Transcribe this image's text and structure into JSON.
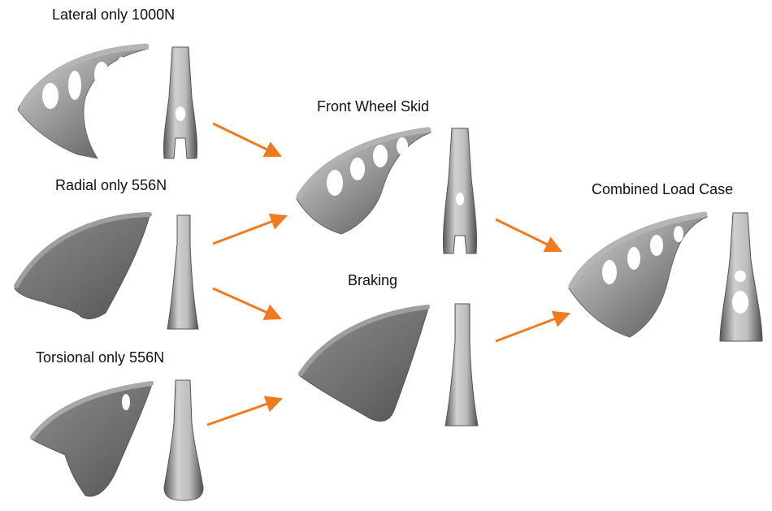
{
  "labels": {
    "lateral": "Lateral only 1000N",
    "radial": "Radial only 556N",
    "torsional": "Torsional only 556N",
    "front_wheel_skid": "Front Wheel Skid",
    "braking": "Braking",
    "combined": "Combined Load Case"
  },
  "colors": {
    "arrow": "#F07A1E",
    "part_light": "#d6d6d6",
    "part_mid": "#8f8f8f",
    "part_dark": "#4a4a4a",
    "background": "#ffffff"
  },
  "edges": [
    {
      "from": "lateral",
      "to": "front_wheel_skid"
    },
    {
      "from": "radial",
      "to": "front_wheel_skid"
    },
    {
      "from": "radial",
      "to": "braking"
    },
    {
      "from": "torsional",
      "to": "braking"
    },
    {
      "from": "front_wheel_skid",
      "to": "combined"
    },
    {
      "from": "braking",
      "to": "combined"
    }
  ]
}
